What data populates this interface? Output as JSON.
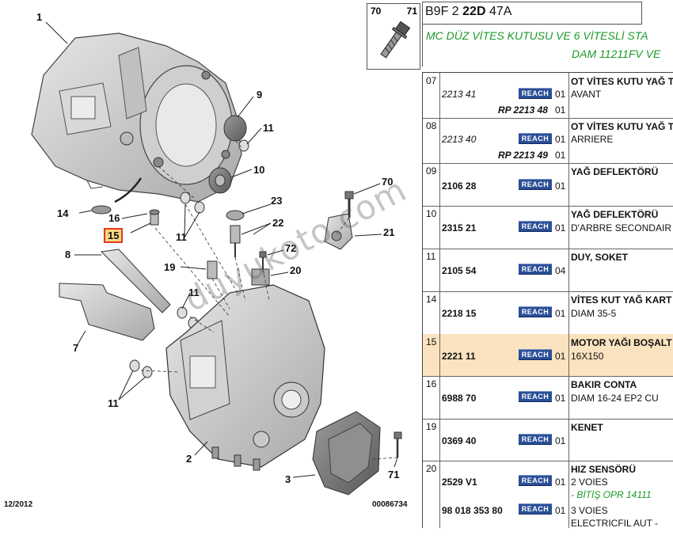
{
  "diagram": {
    "callouts": [
      {
        "id": "c1",
        "label": "1"
      },
      {
        "id": "c9",
        "label": "9"
      },
      {
        "id": "c11a",
        "label": "11"
      },
      {
        "id": "c10",
        "label": "10"
      },
      {
        "id": "c14",
        "label": "14"
      },
      {
        "id": "c16",
        "label": "16"
      },
      {
        "id": "c11b",
        "label": "11"
      },
      {
        "id": "c23",
        "label": "23"
      },
      {
        "id": "c22",
        "label": "22"
      },
      {
        "id": "c70",
        "label": "70"
      },
      {
        "id": "c15",
        "label": "15"
      },
      {
        "id": "c21",
        "label": "21"
      },
      {
        "id": "c72",
        "label": "72"
      },
      {
        "id": "c8",
        "label": "8"
      },
      {
        "id": "c19",
        "label": "19"
      },
      {
        "id": "c20",
        "label": "20"
      },
      {
        "id": "c11c",
        "label": "11"
      },
      {
        "id": "c7",
        "label": "7"
      },
      {
        "id": "c11d",
        "label": "11"
      },
      {
        "id": "c2",
        "label": "2"
      },
      {
        "id": "c3",
        "label": "3"
      },
      {
        "id": "c71",
        "label": "71"
      }
    ],
    "footer_date": "12/2012",
    "footer_code": "00086734",
    "watermark": "duyukoto.com",
    "inset": {
      "left": "70",
      "right": "71"
    }
  },
  "header": {
    "title_prefix": "B9F 2",
    "title_bold": "22D",
    "title_suffix": "47A",
    "subtitle_line1": "MC DÜZ VİTES KUTUSU VE 6 VİTESLİ STA",
    "subtitle_line2": "DAM 11211FV VE"
  },
  "reach_label": "REACH",
  "rows": [
    {
      "num": "07",
      "ref": "2213 41",
      "ref_style": "it",
      "qty": "01",
      "rp": "RP 2213 48",
      "rp_qty": "01",
      "desc": [
        "OT VİTES KUTU YAĞ T",
        "AVANT"
      ]
    },
    {
      "num": "08",
      "ref": "2213 40",
      "ref_style": "it",
      "qty": "01",
      "rp": "RP 2213 49",
      "rp_qty": "01",
      "desc": [
        "OT VİTES KUTU YAĞ T",
        "ARRIERE"
      ]
    },
    {
      "num": "09",
      "ref": "2106 28",
      "ref_style": "b",
      "qty": "01",
      "desc": [
        "YAĞ DEFLEKTÖRÜ"
      ]
    },
    {
      "num": "10",
      "ref": "2315 21",
      "ref_style": "b",
      "qty": "01",
      "desc": [
        "YAĞ DEFLEKTÖRÜ",
        "D'ARBRE SECONDAIR"
      ]
    },
    {
      "num": "11",
      "ref": "2105 54",
      "ref_style": "b",
      "qty": "04",
      "desc": [
        "DUY, SOKET"
      ]
    },
    {
      "num": "14",
      "ref": "2218 15",
      "ref_style": "b",
      "qty": "01",
      "desc": [
        "VİTES KUT YAĞ KART",
        "DIAM 35-5"
      ]
    },
    {
      "num": "15",
      "ref": "2221 11",
      "ref_style": "b",
      "qty": "01",
      "desc": [
        "MOTOR YAĞI BOŞALT",
        "16X150"
      ],
      "highlight": true
    },
    {
      "num": "16",
      "ref": "6988 70",
      "ref_style": "b",
      "qty": "01",
      "desc": [
        "BAKIR CONTA",
        "DIAM 16-24 EP2 CU"
      ]
    },
    {
      "num": "19",
      "ref": "0369 40",
      "ref_style": "b",
      "qty": "01",
      "desc": [
        "KENET"
      ]
    },
    {
      "num": "20",
      "ref": "2529 V1",
      "ref_style": "b",
      "qty": "01",
      "desc": [
        "HIZ SENSÖRÜ",
        "2 VOIES"
      ],
      "note": "- BİTİŞ OPR 14111",
      "ref2": "98 018 353 80",
      "qty2": "01",
      "desc2": [
        "3 VOIES",
        "ELECTRICFIL AUT -"
      ]
    }
  ],
  "colors": {
    "reach_badge": "#2a4f97",
    "highlight_row": "#fbe3bf",
    "highlight_callout_border": "#e03a1a",
    "green_text": "#1a9a2a"
  }
}
